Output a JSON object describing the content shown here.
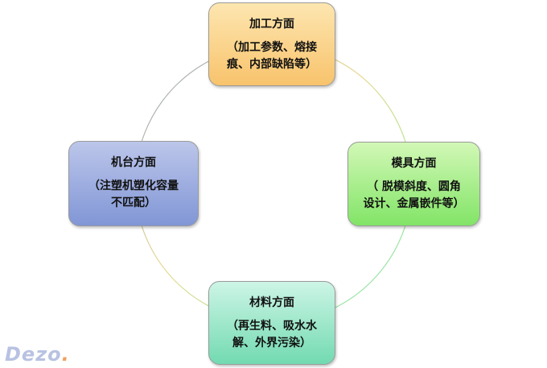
{
  "nodes": {
    "top": {
      "title": "加工方面",
      "line1": "（加工参数、熔接",
      "line2": "痕、内部缺陷等）"
    },
    "right": {
      "title": "模具方面",
      "line1": "（ 脱模斜度、圆角",
      "line2": "设计、金属嵌件等）"
    },
    "bottom": {
      "title": "材料方面",
      "line1": "（再生料、吸水水",
      "line2": "解、外界污染）"
    },
    "left": {
      "title": "机台方面",
      "line1": "（注塑机塑化容量",
      "line2": "不匹配）"
    }
  },
  "watermark": {
    "text": "Dezo",
    "dot": "."
  },
  "colors": {
    "top": "#f8c36c",
    "right": "#82e467",
    "bottom": "#72dab1",
    "left": "#8196d6"
  }
}
